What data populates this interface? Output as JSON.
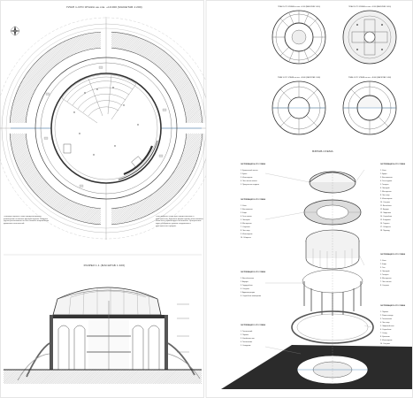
{
  "sheet_left": {
    "plan_title": "ПЛАН 1-ОГО ЭТАЖА на отм. +10.000 (МАСШТАБ 1:200)",
    "note_left": "Площадь первого этажа предусматривает размещение основных функций здания. Входная группа расположена по оси главного направления движения посетителей.",
    "note_right": "План первого этажа дает представление о пространстве. Круговая форма здания обеспечивает связь зон и ориентирует посетителя. Центральное ядро объединяет уровни сооружения и пространство атриума.",
    "section_title": "РАЗРЕЗ 1-1 (МАСШТАБ 1:100)"
  },
  "sheet_right": {
    "plan_titles": [
      "ПЛАН 1-ОГО ЭТАЖА на отм. -6.000 (МАСШТАБ 1:400)",
      "ПЛАН 2-ОГО ЭТАЖА на отм. -4.000 (МАСШТАБ 1:400)",
      "ПЛАН 3-ОГО ЭТАЖА на отм. +8.000 (МАСШТАБ 1:400)",
      "ПЛАН 4-ОГО ЭТАЖА на отм. +8.000 (МАСШТАБ 1:400)"
    ],
    "exploded_title": "ВЗРЫВ-СХЕМА",
    "left_labels": [
      {
        "header": "ЭКСПЛИКАЦИЯ 4-ОГО ЭТАЖА",
        "items": [
          "1. Кровельный настил",
          "2. Купол",
          "3. Инженерные",
          "4. Лестничная клетка",
          "5. Прогулочная терраса"
        ]
      },
      {
        "header": "ЭКСПЛИКАЦИЯ 3-ОГО ЭТАЖА",
        "items": [
          "1. Холл",
          "2. Выставочное",
          "3. Кафе",
          "4. Зона тихого",
          "5. Лекторий",
          "6. Мастерская",
          "7. Открытое",
          "8. Лестница",
          "9. Инженерные",
          "10. Обзорная"
        ]
      },
      {
        "header": "ЭКСПЛИКАЦИЯ 2-ОГО ЭТАЖА",
        "items": [
          "1. Вестибюльная",
          "2. Атриум",
          "3. Гардеробная",
          "4. Санузлы",
          "5. Администрация",
          "6. Служебные помещения"
        ]
      },
      {
        "header": "ЭКСПЛИКАЦИЯ 1-ОГО ЭТАЖА",
        "items": [
          "1. Технический",
          "2. Паркинг",
          "3. Хозяйственные",
          "4. Технические",
          "5. Складские"
        ]
      }
    ],
    "right_labels": [
      {
        "header": "ЭКСПЛИКАЦИЯ 4-ОГО ЭТАЖА",
        "items": [
          "1. Холл",
          "2. Буфет",
          "3. Выставочная",
          "4. Зона отдыха",
          "5. Галерея",
          "6. Лекторий",
          "7. Мастерская",
          "8. Лестница",
          "9. Инженерные",
          "10. Санузлы",
          "11. Вестибюль",
          "12. Атриум",
          "13. Лифтовая",
          "14. Служебное",
          "15. Кладовая",
          "16. Терраса",
          "17. Обзорная",
          "18. Переход"
        ]
      },
      {
        "header": "ЭКСПЛИКАЦИЯ 3-ОГО ЭТАЖА",
        "items": [
          "1. Холл",
          "2. Кафе",
          "3. Зал",
          "4. Лекторий",
          "5. Галерея",
          "6. Мастерская",
          "7. Лестничная",
          "8. Санузлы"
        ]
      },
      {
        "header": "ЭКСПЛИКАЦИЯ 2-ОГО ЭТАЖА",
        "items": [
          "1. Паркинг",
          "2. Рампа въезда",
          "3. Техническое",
          "4. Лестница",
          "5. Лифтовой холл",
          "6. Служебные",
          "7. Склад",
          "8. Хранение",
          "9. Инженерные",
          "10. Санузлы"
        ]
      }
    ]
  }
}
